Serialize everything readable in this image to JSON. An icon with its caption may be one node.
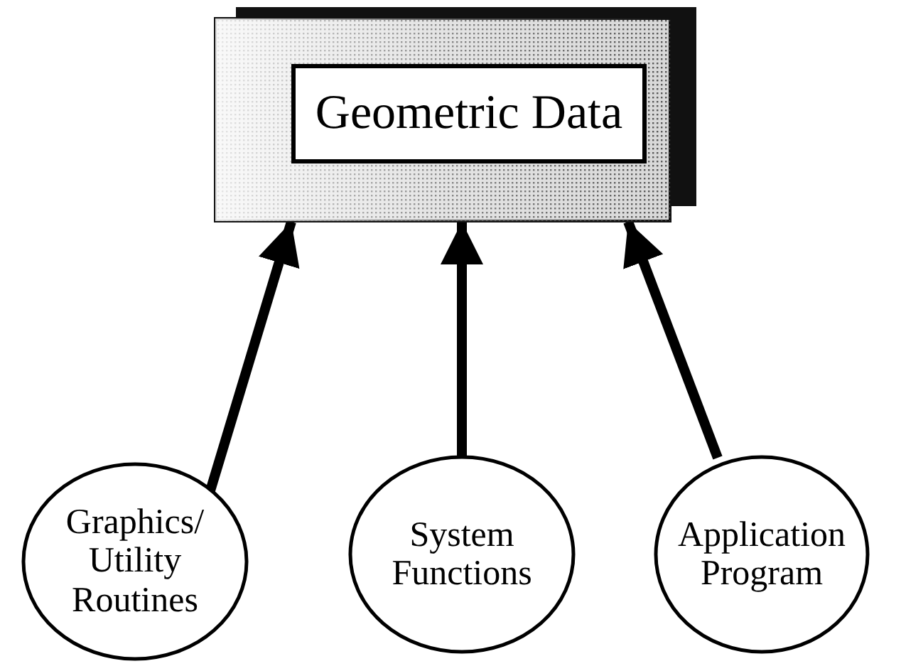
{
  "diagram": {
    "nodes": [
      {
        "text": [],
        "shape": "box"
      },
      {
        "text": [
          "Geometric Data"
        ],
        "in": 0
      },
      {
        "text": [
          "Graphics/ Utility Routines"
        ]
      },
      {
        "text": [
          "System Functions"
        ]
      },
      {
        "text": [
          "Application Program"
        ]
      }
    ],
    "edges": [
      {
        "from": 2,
        "to": 0,
        "arrow": "to"
      },
      {
        "from": 3,
        "to": 0,
        "arrow": "to"
      },
      {
        "from": 4,
        "to": 0,
        "arrow": "to"
      }
    ]
  }
}
